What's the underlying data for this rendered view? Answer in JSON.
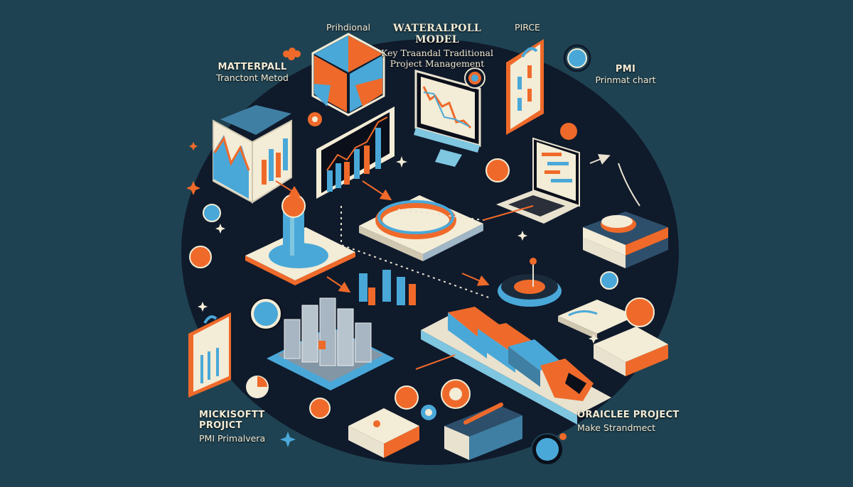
{
  "illustration": {
    "theme": "Key traditional project management tools and methods (isometric infographic)",
    "colors": {
      "background": "#1f4252",
      "backdrop": "#0f1a2b",
      "accent_orange": "#ef6a2a",
      "accent_blue": "#4aa8d8",
      "cream": "#f3ecd6"
    }
  },
  "labels": {
    "title": {
      "line1": "WATERALPOLL MODEL",
      "line2": "Key Traandal Traditional",
      "line3": "Project Management"
    },
    "top_left": {
      "line1": "Prihdional"
    },
    "top_right": {
      "line1": "PIRCE"
    },
    "left": {
      "line1": "MATTERPALL",
      "line2": "Tranctont Metod"
    },
    "right": {
      "line1": "PMI",
      "line2": "Prinmat chart"
    },
    "bottom_left": {
      "line1": "MICKISOFTT PROJICT",
      "line2": "PMI Primalvera"
    },
    "bottom_right": {
      "line1": "ORAICLEE PROJECT",
      "line2": "Make Strandmect"
    }
  },
  "icons": [
    "hexagon-cube-icon",
    "monitor-line-chart-icon",
    "clipboard-table-icon",
    "folder-chart-icon",
    "bar-chart-frame-icon",
    "laptop-gantt-icon",
    "fountain-tower-icon",
    "ring-platform-icon",
    "book-stack-icon",
    "city-blocks-icon",
    "train-icon",
    "clipboard-report-icon",
    "paper-stack-icon",
    "notebook-pen-icon",
    "target-dial-icon",
    "open-book-icon"
  ]
}
